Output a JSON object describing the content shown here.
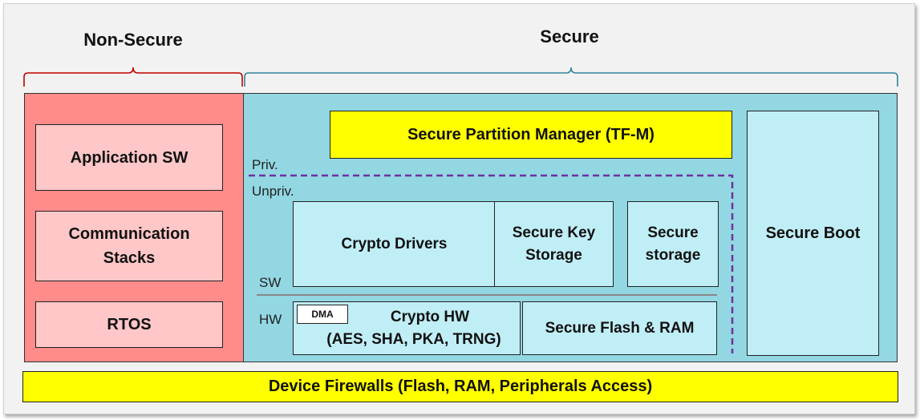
{
  "headers": {
    "non_secure": "Non-Secure",
    "secure": "Secure"
  },
  "non_secure": {
    "items": [
      "Application SW",
      "Communication Stacks",
      "RTOS"
    ]
  },
  "secure": {
    "spm": "Secure Partition Manager (TF-M)",
    "priv_label": "Priv.",
    "unpriv_label": "Unpriv.",
    "crypto_drivers": "Crypto Drivers",
    "secure_key_storage": "Secure Key Storage",
    "secure_storage": "Secure storage",
    "sw_label": "SW",
    "hw_label": "HW",
    "dma": "DMA",
    "crypto_hw_title": "Crypto HW",
    "crypto_hw_sub": "(AES, SHA, PKA, TRNG)",
    "secure_flash_ram": "Secure Flash & RAM",
    "secure_boot": "Secure Boot"
  },
  "firewalls": "Device Firewalls (Flash, RAM, Peripherals Access)",
  "colors": {
    "non_secure_bg": "#ff8b8b",
    "non_secure_box": "#ffc7c7",
    "secure_bg": "#92d7e2",
    "secure_box": "#c0eef6",
    "highlight": "#ffff00",
    "ns_brace": "#c00000",
    "secure_brace": "#31849b",
    "priv_divider": "#7030a0"
  }
}
